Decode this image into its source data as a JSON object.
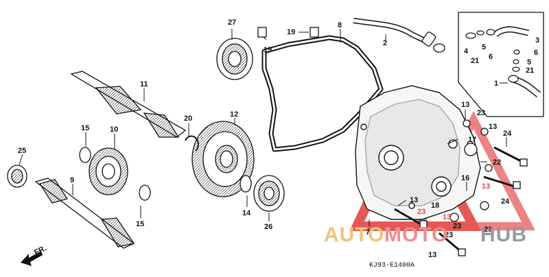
{
  "diagram": {
    "watermark": {
      "brand": "AUTOMOTOHUB",
      "auto": "AUTO",
      "moto": "MOTO",
      "hub": "HUB",
      "colors": {
        "auto": "#f0c37a",
        "moto": "#f08b8b",
        "hub": "#9a9a9a",
        "triangle": "#e23b3b"
      }
    },
    "front_arrow_label": "FR.",
    "drawing_code": "KJ93-E1400A",
    "callouts": [
      {
        "id": "c27",
        "text": "27"
      },
      {
        "id": "c19a",
        "text": "19"
      },
      {
        "id": "c19b",
        "text": "19"
      },
      {
        "id": "c8",
        "text": "8"
      },
      {
        "id": "c2",
        "text": "2"
      },
      {
        "id": "c3",
        "text": "3"
      },
      {
        "id": "c4",
        "text": "4"
      },
      {
        "id": "c21a",
        "text": "21"
      },
      {
        "id": "c5a",
        "text": "5"
      },
      {
        "id": "c6a",
        "text": "6"
      },
      {
        "id": "c6b",
        "text": "6"
      },
      {
        "id": "c5b",
        "text": "5"
      },
      {
        "id": "c21b",
        "text": "21"
      },
      {
        "id": "c1",
        "text": "1"
      },
      {
        "id": "c11",
        "text": "11"
      },
      {
        "id": "c20",
        "text": "20"
      },
      {
        "id": "c12",
        "text": "12"
      },
      {
        "id": "c15a",
        "text": "15"
      },
      {
        "id": "c10",
        "text": "10"
      },
      {
        "id": "c25",
        "text": "25"
      },
      {
        "id": "c9",
        "text": "9"
      },
      {
        "id": "c15b",
        "text": "15"
      },
      {
        "id": "c14",
        "text": "14"
      },
      {
        "id": "c26",
        "text": "26"
      },
      {
        "id": "c7",
        "text": "7"
      },
      {
        "id": "c13a",
        "text": "13"
      },
      {
        "id": "c23a",
        "text": "23"
      },
      {
        "id": "c13b",
        "text": "13"
      },
      {
        "id": "c24a",
        "text": "24"
      },
      {
        "id": "c17",
        "text": "17"
      },
      {
        "id": "c22",
        "text": "22"
      },
      {
        "id": "c16",
        "text": "16"
      },
      {
        "id": "c13c",
        "text": "13"
      },
      {
        "id": "c18",
        "text": "18"
      },
      {
        "id": "c13d",
        "text": "13"
      },
      {
        "id": "c24b",
        "text": "24"
      },
      {
        "id": "c23b",
        "text": "23"
      },
      {
        "id": "c13e",
        "text": "13"
      },
      {
        "id": "c23c",
        "text": "23"
      },
      {
        "id": "c23d",
        "text": "23"
      },
      {
        "id": "c23e",
        "text": "23"
      },
      {
        "id": "c13f",
        "text": "13"
      }
    ]
  }
}
